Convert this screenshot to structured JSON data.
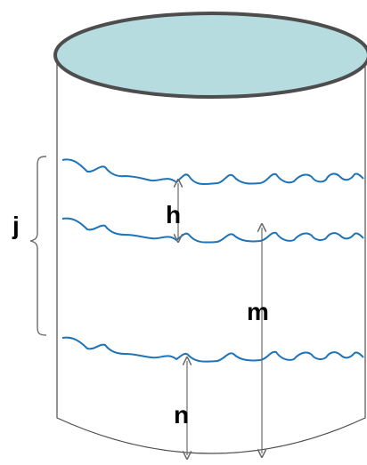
{
  "diagram": {
    "labels": {
      "j": "j",
      "h": "h",
      "m": "m",
      "n": "n"
    },
    "colors": {
      "top_fill": "#b7dce0",
      "outline": "#4d4d4d",
      "wave": "#1f73b7",
      "arrow": "#6b6b6b",
      "text": "#000000"
    }
  }
}
